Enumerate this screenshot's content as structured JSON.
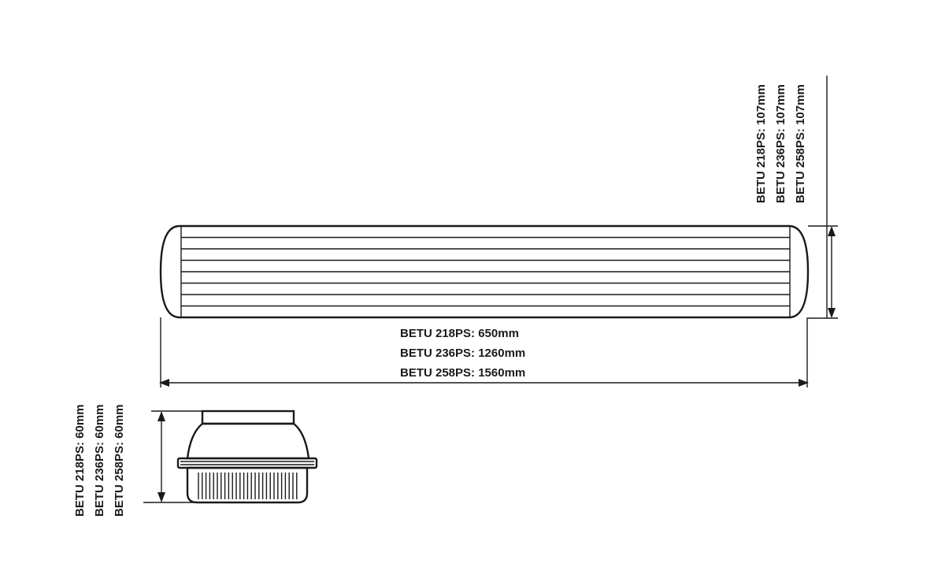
{
  "length_dims": [
    "BETU 218PS: 650mm",
    "BETU 236PS: 1260mm",
    "BETU 258PS: 1560mm"
  ],
  "width_dims": [
    "BETU 218PS: 107mm",
    "BETU 236PS: 107mm",
    "BETU 258PS: 107mm"
  ],
  "height_dims": [
    "BETU 218PS: 60mm",
    "BETU 236PS: 60mm",
    "BETU 258PS: 60mm"
  ],
  "colors": {
    "line": "#1a1a1a",
    "background": "#ffffff"
  }
}
